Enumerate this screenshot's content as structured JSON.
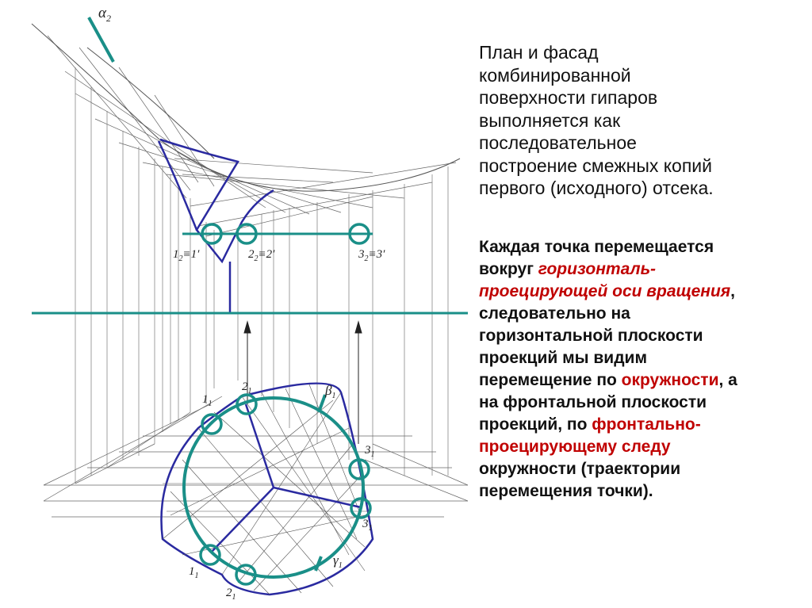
{
  "text": {
    "paragraph1": [
      "План и фасад",
      "комбинированной",
      "поверхности гипаров",
      "выполняется как",
      "последовательное",
      "построение смежных копий",
      "первого (исходного) отсека."
    ],
    "paragraph2": {
      "l1": "Каждая точка перемещается",
      "l2a": "вокруг ",
      "l2b": "горизонталь-",
      "l3a": "проецирующей оси вращения",
      "l3b": ",",
      "l4": "следовательно на",
      "l5": "горизонтальной плоскости",
      "l6": "проекций мы видим",
      "l7a": "перемещение по ",
      "l7b": "окружности",
      "l7c": ", а",
      "l8": "на фронтальной плоскости",
      "l9a": "проекций, по ",
      "l9b": "фронтально-",
      "l10a": "проецирующему следу",
      "l11": "окружности (траектории",
      "l12": "перемещения точки)."
    }
  },
  "labels": {
    "alpha": "α",
    "alpha_sub": "2",
    "p1_front": "1",
    "p1_front_rest": "≡1′",
    "p2_front": "2",
    "p2_front_rest": "≡2′",
    "p3_front": "3",
    "p3_front_rest": "≡3′",
    "sub2": "2",
    "p1_top": "1",
    "p2_top": "2",
    "beta": "β",
    "p3_top": "3",
    "p3_low": "3",
    "p1_bottom": "1",
    "p2_bottom": "2",
    "gamma": "γ",
    "sub1": "1"
  },
  "colors": {
    "teal": "#1a8f88",
    "blue": "#2a2aa0",
    "gray": "#555555",
    "red": "#c00000"
  }
}
